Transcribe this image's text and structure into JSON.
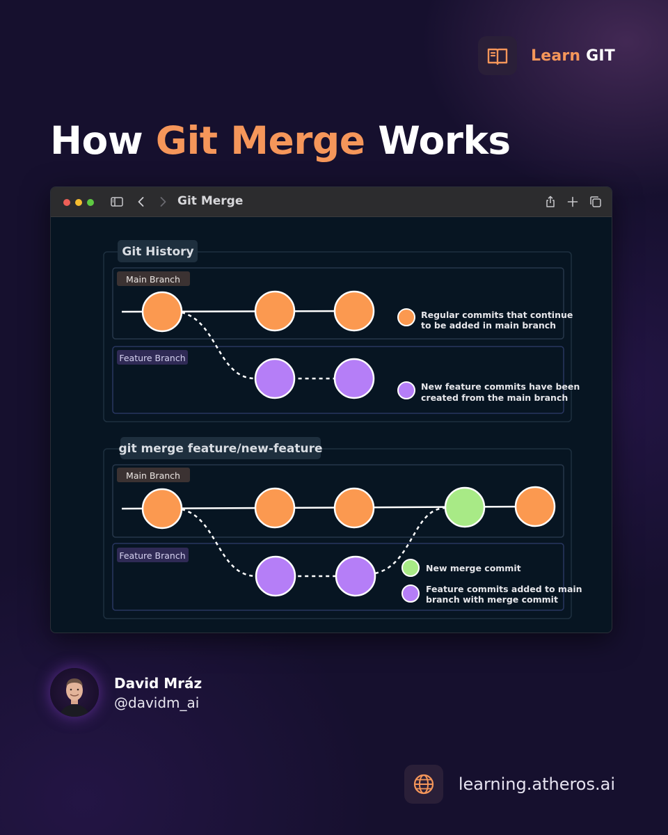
{
  "brand": {
    "icon": "book-icon",
    "learn": "Learn",
    "git": "GIT"
  },
  "headline": {
    "part1": "How",
    "highlight": "Git Merge",
    "part2": "Works"
  },
  "window": {
    "title": "Git Merge",
    "toolbar_icons": [
      "sidebar-icon",
      "back-chevron-icon",
      "forward-chevron-icon",
      "share-icon",
      "plus-icon",
      "tabs-icon"
    ]
  },
  "diagram": {
    "history": {
      "section_label": "Git History",
      "main_label": "Main Branch",
      "feature_label": "Feature Branch",
      "legend": {
        "regular_line1": "Regular commits that continue",
        "regular_line2": "to be added in main branch",
        "feature_line1": "New feature commits have been",
        "feature_line2": "created from the main branch"
      }
    },
    "merge": {
      "section_label": "git merge feature/new-feature",
      "main_label": "Main Branch",
      "feature_label": "Feature Branch",
      "legend": {
        "merge_commit": "New merge commit",
        "feature_line1": "Feature commits added to main",
        "feature_line2": "branch with merge commit"
      }
    },
    "colors": {
      "main_commit": "#fb9950",
      "feature_commit": "#b57ef7",
      "merge_commit": "#a8ea86"
    }
  },
  "author": {
    "name": "David Mráz",
    "handle": "@davidm_ai"
  },
  "footer": {
    "icon": "globe-icon",
    "link": "learning.atheros.ai"
  }
}
